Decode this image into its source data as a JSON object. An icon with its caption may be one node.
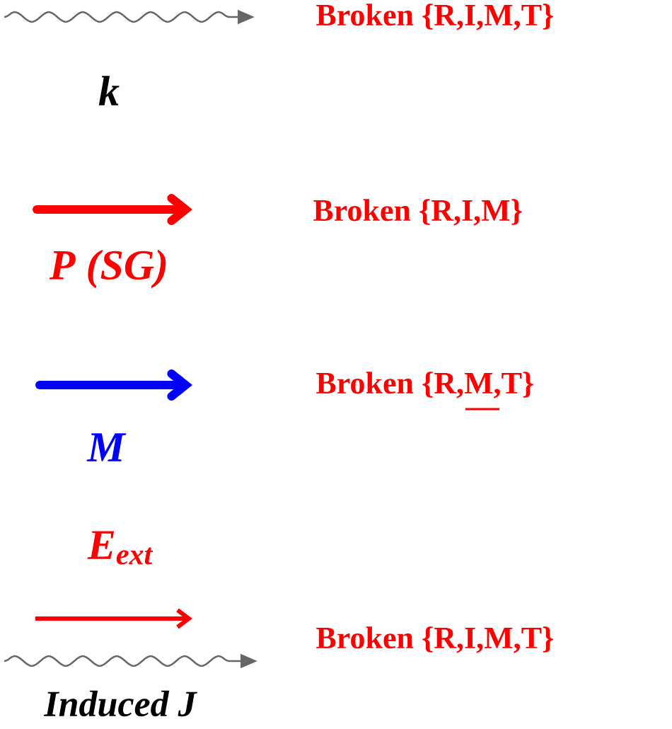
{
  "diagram": {
    "labels": [
      "Broken {R,I,M,T}",
      "k",
      "Broken {R,I,M}",
      "P (SG)",
      "Broken {R,M,T}",
      "M",
      "E$_{ext}$",
      "Broken {R,I,M,T}",
      "Induced J"
    ]
  }
}
